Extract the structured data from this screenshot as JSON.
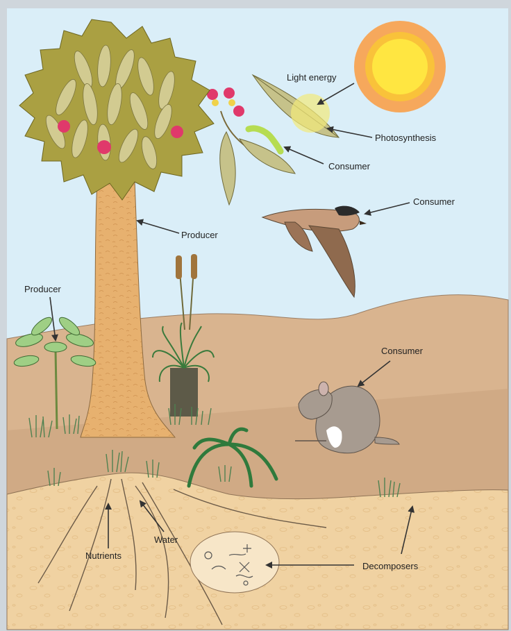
{
  "labels": {
    "light_energy": "Light energy",
    "photosynthesis": "Photosynthesis",
    "consumer_caterpillar": "Consumer",
    "consumer_bird": "Consumer",
    "producer_tree": "Producer",
    "producer_shrub": "Producer",
    "consumer_mammal": "Consumer",
    "water": "Water",
    "nutrients": "Nutrients",
    "decomposers": "Decomposers"
  },
  "colors": {
    "sky": "#daeef8",
    "hill_back": "#d9b48f",
    "ground_mid": "#caa57f",
    "soil": "#f0d2a2",
    "sun_outer": "#f6a85c",
    "sun_inner": "#ffe641",
    "trunk": "#e7b16f",
    "canopy": "#aaa042",
    "leaf": "#d2cb91",
    "flower": "#e0396b",
    "caterpillar": "#b6dc52",
    "bird_body": "#c79c7c",
    "mammal": "#a79b90",
    "grass": "#5f8a54",
    "fern": "#3a8c47",
    "arrow": "#333333"
  },
  "icons": {
    "sun": "sun-icon",
    "tree": "eucalyptus-tree-icon",
    "bird": "bird-icon",
    "mammal": "small-mammal-icon",
    "caterpillar": "caterpillar-icon",
    "decomposer_circle": "decomposers-icon"
  }
}
